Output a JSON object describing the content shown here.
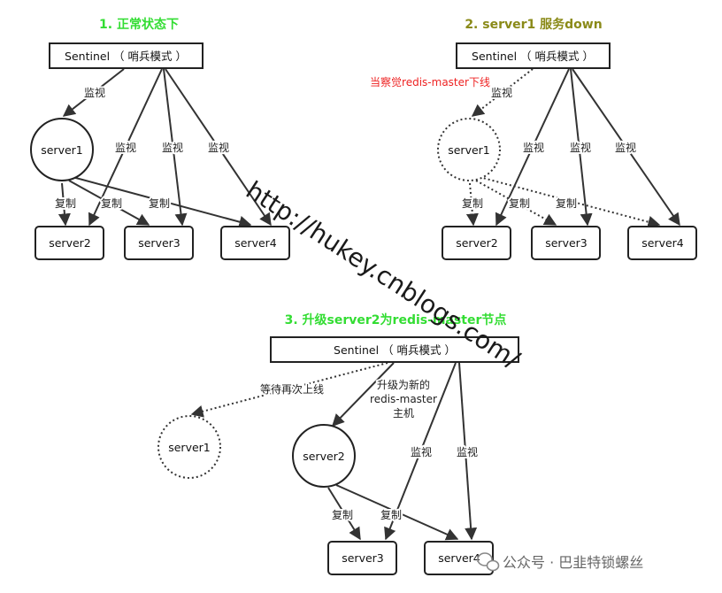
{
  "colors": {
    "green": "#33dd33",
    "olive": "#8a8a18",
    "red": "#ee2222",
    "line": "#333333",
    "watermark": "#1a1a1a",
    "brand_text": "#666666"
  },
  "panel1": {
    "title": "1. 正常状态下",
    "sentinel": "Sentinel （ 哨兵模式 ）",
    "master": "server1",
    "replicas": [
      "server2",
      "server3",
      "server4"
    ],
    "monitor": "监视",
    "replicate": "复制"
  },
  "panel2": {
    "title": "2. server1 服务down",
    "sentinel": "Sentinel （ 哨兵模式 ）",
    "master": "server1",
    "replicas": [
      "server2",
      "server3",
      "server4"
    ],
    "alert": "当察觉redis-master下线",
    "monitor": "监视",
    "replicate": "复制"
  },
  "panel3": {
    "title": "3. 升级server2为redis-master节点",
    "sentinel": "Sentinel （ 哨兵模式 ）",
    "offline": "server1",
    "new_master": "server2",
    "replicas": [
      "server3",
      "server4"
    ],
    "wait": "等待再次上线",
    "promote": [
      "升级为新的",
      "redis-master",
      "主机"
    ],
    "monitor": "监视",
    "replicate": "复制"
  },
  "watermark": "http://hukey.cnblogs.com/",
  "brand": "公众号 · 巴韭特锁螺丝",
  "icons": {
    "brand": "wechat-icon"
  }
}
